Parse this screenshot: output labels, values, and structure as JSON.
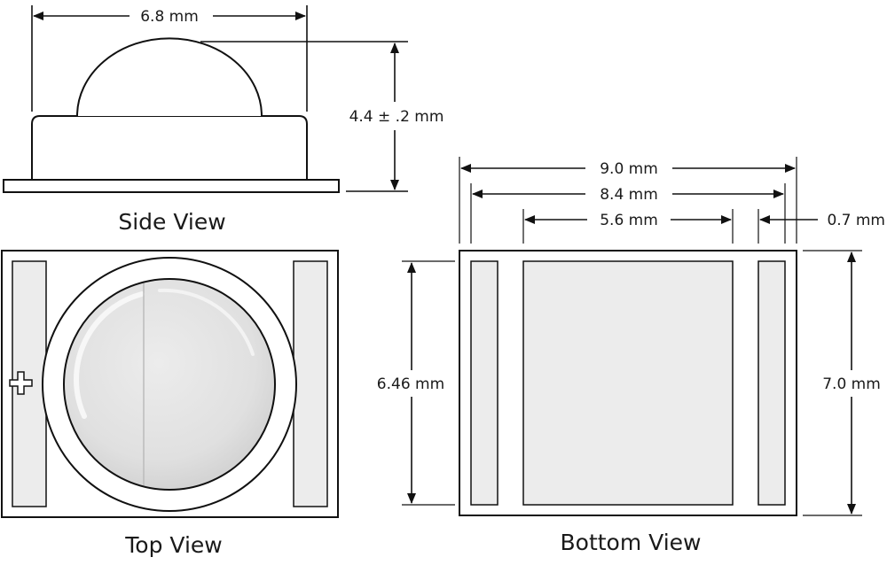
{
  "side_view": {
    "label": "Side View",
    "width_dim": "6.8 mm",
    "height_dim": "4.4 ± .2 mm"
  },
  "top_view": {
    "label": "Top View",
    "polarity_mark": "+"
  },
  "bottom_view": {
    "label": "Bottom View",
    "dim_total_width": "9.0 mm",
    "dim_pad_span": "8.4 mm",
    "dim_center_pad": "5.6 mm",
    "dim_gap": "0.7 mm",
    "dim_pad_height": "6.46 mm",
    "dim_total_height": "7.0 mm"
  },
  "colors": {
    "stroke": "#111111",
    "pad_fill": "#ececec",
    "lens_fill": "#e2e2e2"
  }
}
